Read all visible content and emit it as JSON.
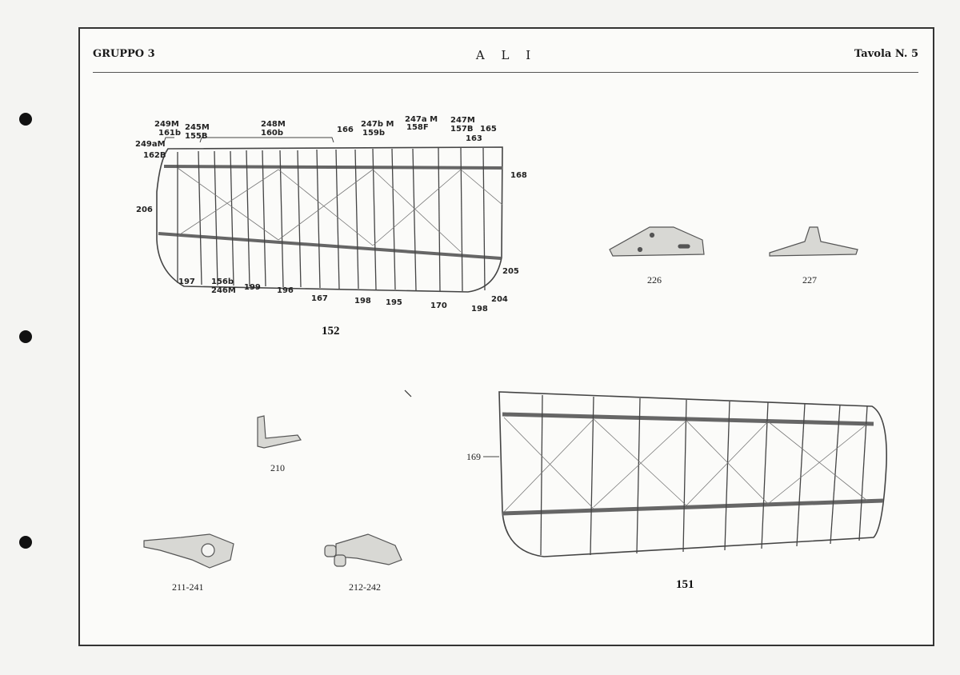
{
  "header": {
    "left": "GRUPPO 3",
    "center": "A L I",
    "right": "Tavola N. 5"
  },
  "figure152": {
    "caption": "152",
    "callouts": {
      "c249m": "249M",
      "c161b": "161b",
      "c245m": "245M",
      "c155b": "155B",
      "c248m": "248M",
      "c160b": "160b",
      "c166": "166",
      "c247bm": "247b M",
      "c159b": "159b",
      "c247am": "247a M",
      "c158f": "158F",
      "c247m": "247M",
      "c157b": "157B",
      "c165": "165",
      "c163": "163",
      "c249am": "249aM",
      "c162b": "162B",
      "c168": "168",
      "c206": "206",
      "c205": "205",
      "c204": "204",
      "c197": "197",
      "c156b": "156b",
      "c246m": "246M",
      "c199": "199",
      "c196": "196",
      "c167": "167",
      "c198a": "198",
      "c195": "195",
      "c170": "170",
      "c198b": "198"
    }
  },
  "figure151": {
    "caption": "151",
    "callout": "169"
  },
  "parts": {
    "p226": "226",
    "p227": "227",
    "p210": "210",
    "p211": "211-241",
    "p212": "212-242"
  }
}
